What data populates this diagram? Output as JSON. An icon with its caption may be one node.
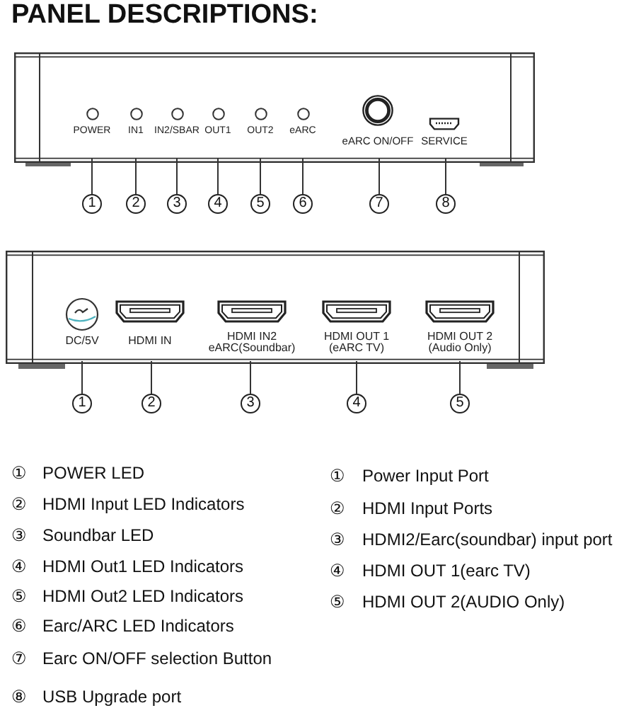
{
  "diagram": {
    "title": "PANEL DESCRIPTIONS:",
    "nodes": [
      {
        "text": [],
        "shape": "box"
      },
      {
        "text": [
          "POWER"
        ],
        "in": 0
      },
      {
        "text": [
          "IN1"
        ],
        "in": 0
      },
      {
        "text": [
          "IN2/SBAR"
        ],
        "in": 0
      },
      {
        "text": [
          "OUT1"
        ],
        "in": 0
      },
      {
        "text": [
          "OUT2"
        ],
        "in": 0
      },
      {
        "text": [
          "eARC"
        ],
        "in": 0
      },
      {
        "text": [
          "eARC ON/OFF"
        ],
        "in": 0
      },
      {
        "text": [
          "SERVICE"
        ],
        "in": 0
      },
      {
        "text": [
          "1"
        ]
      },
      {
        "text": [
          "2"
        ]
      },
      {
        "text": [
          "3"
        ]
      },
      {
        "text": [
          "4"
        ]
      },
      {
        "text": [
          "5"
        ]
      },
      {
        "text": [
          "6"
        ]
      },
      {
        "text": [
          "7"
        ]
      },
      {
        "text": [
          "8"
        ]
      },
      {
        "text": [],
        "shape": "box"
      },
      {
        "text": [
          "DC/5V"
        ],
        "in": 17
      },
      {
        "text": [
          "HDMI IN"
        ],
        "in": 17
      },
      {
        "text": [
          "HDMI IN2 eARC(Soundbar)"
        ],
        "in": 17
      },
      {
        "text": [
          "HDMI OUT 1 (eARC TV)"
        ],
        "in": 17
      },
      {
        "text": [
          "HDMI OUT 2 (Audio Only)"
        ],
        "in": 17
      },
      {
        "text": [
          "1"
        ]
      },
      {
        "text": [
          "2"
        ]
      },
      {
        "text": [
          "3"
        ]
      },
      {
        "text": [
          "4"
        ]
      },
      {
        "text": [
          "5"
        ]
      }
    ],
    "edges": [
      {
        "from": 9,
        "to": 1,
        "arrow": "none"
      },
      {
        "from": 10,
        "to": 2,
        "arrow": "none"
      },
      {
        "from": 11,
        "to": 3,
        "arrow": "none"
      },
      {
        "from": 12,
        "to": 4,
        "arrow": "none"
      },
      {
        "from": 13,
        "to": 5,
        "arrow": "none"
      },
      {
        "from": 14,
        "to": 6,
        "arrow": "none"
      },
      {
        "from": 15,
        "to": 7,
        "arrow": "none"
      },
      {
        "from": 16,
        "to": 8,
        "arrow": "none"
      },
      {
        "from": 23,
        "to": 18,
        "arrow": "none"
      },
      {
        "from": 24,
        "to": 19,
        "arrow": "none"
      },
      {
        "from": 25,
        "to": 20,
        "arrow": "none"
      },
      {
        "from": 26,
        "to": 21,
        "arrow": "none"
      },
      {
        "from": 27,
        "to": 22,
        "arrow": "none"
      }
    ],
    "labels": [
      "①",
      "POWER LED",
      "②",
      "HDMI Input LED Indicators",
      "③",
      "Soundbar LED",
      "④",
      "HDMI Out1 LED Indicators",
      "⑤",
      "HDMI Out2 LED Indicators",
      "⑥",
      "Earc/ARC LED Indicators",
      "⑦",
      "Earc ON/OFF selection Button",
      "⑧",
      "USB Upgrade port",
      "①",
      "Power Input Port",
      "②",
      "HDMI Input Ports",
      "③",
      "HDMI2/Earc(soundbar) input port",
      "④",
      "HDMI OUT 1(earc TV)",
      "⑤",
      "HDMI OUT 2(AUDIO Only)"
    ]
  }
}
